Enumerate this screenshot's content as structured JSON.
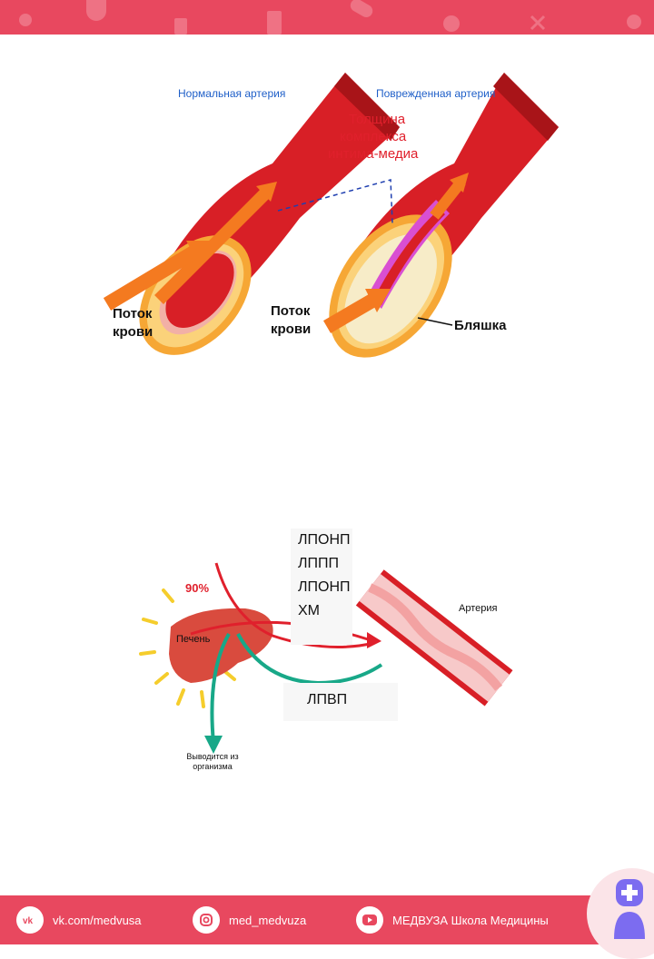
{
  "artery_diagram": {
    "normal_artery_label": "Нормальная артерия",
    "damaged_artery_label": "Поврежденная артерия",
    "imt_line1": "Толщина",
    "imt_line2": "комплекса",
    "imt_line3": "интима-медиа",
    "flow_left_line1": "Поток",
    "flow_left_line2": "крови",
    "flow_right_line1": "Поток",
    "flow_right_line2": "крови",
    "plaque_label": "Бляшка"
  },
  "lipoprotein_diagram": {
    "percent": "90%",
    "liver_label": "Печень",
    "artery_label": "Артерия",
    "excreted_line1": "Выводится из",
    "excreted_line2": "организма",
    "lipoproteins_to_artery": [
      "ЛПОНП",
      "ЛППП",
      "ЛПОНП",
      "ХМ"
    ],
    "lipoprotein_from_artery": "ЛПВП"
  },
  "footer": {
    "vk": "vk.com/medvusa",
    "instagram": "med_medvuza",
    "youtube": "МЕДВУЗА Школа Медицины"
  },
  "colors": {
    "brand": "#e8485f",
    "blue_label": "#1f5fc8",
    "red_label": "#e0202c",
    "teal_arrow": "#18a888"
  },
  "icons": [
    "vk-icon",
    "instagram-icon",
    "youtube-icon",
    "mascot-icon"
  ]
}
